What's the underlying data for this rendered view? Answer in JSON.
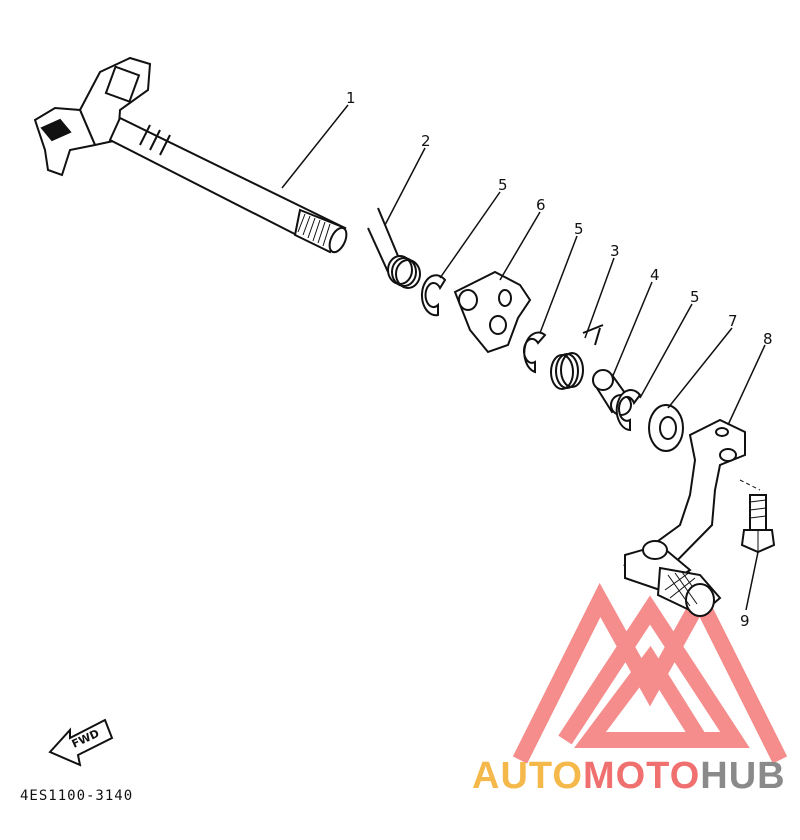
{
  "diagram": {
    "callouts": [
      {
        "id": "1",
        "label": "1"
      },
      {
        "id": "2",
        "label": "2"
      },
      {
        "id": "5a",
        "label": "5"
      },
      {
        "id": "6",
        "label": "6"
      },
      {
        "id": "5b",
        "label": "5"
      },
      {
        "id": "3",
        "label": "3"
      },
      {
        "id": "4",
        "label": "4"
      },
      {
        "id": "5c",
        "label": "5"
      },
      {
        "id": "7",
        "label": "7"
      },
      {
        "id": "8",
        "label": "8"
      },
      {
        "id": "9",
        "label": "9"
      }
    ],
    "fwd_label": "FWD",
    "part_code": "4ES1100-3140"
  },
  "watermark": {
    "part1": "AUTO",
    "part2": "MOTO",
    "part3": "HUB",
    "colors": {
      "auto": "#f5b84a",
      "moto": "#f07070",
      "hub": "#8a8a8a",
      "logo": "#f47a7a"
    }
  }
}
